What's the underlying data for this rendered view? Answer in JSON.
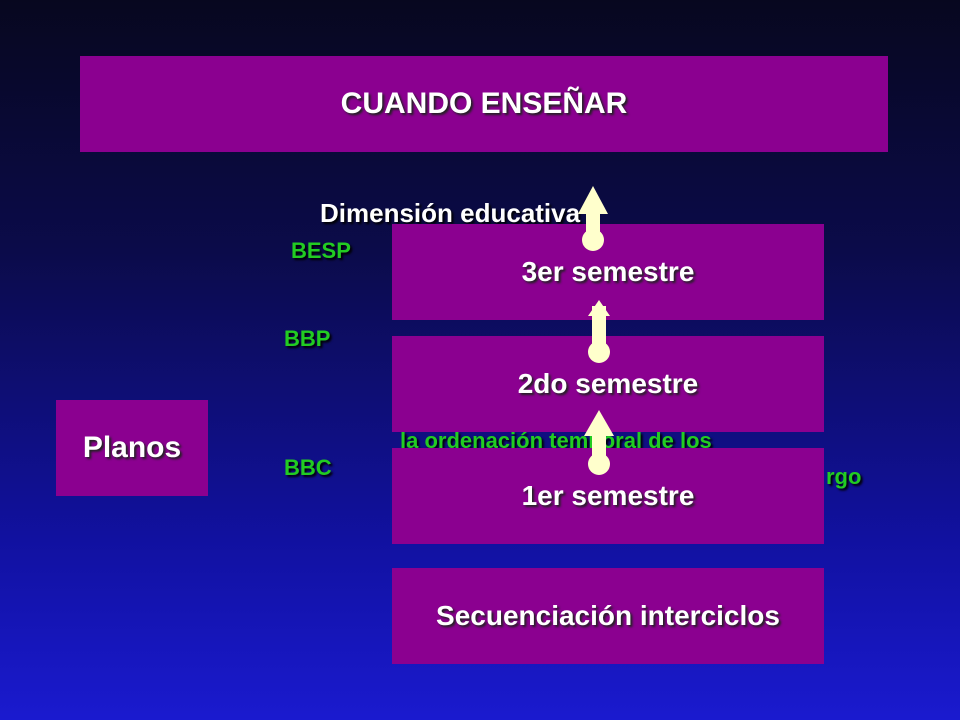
{
  "title": "CUANDO ENSEÑAR",
  "dimension": "Dimensión educativa",
  "planes_label": "Planos",
  "levels": {
    "besp": "BESP",
    "bbp": "BBP",
    "bbc": "BBC"
  },
  "semesters": {
    "third": "3er semestre",
    "second": "2do semestre",
    "first": "1er semestre"
  },
  "sequencing": "Secuenciación interciclos",
  "obscured_text": {
    "line1": "la ordenación temporal de los",
    "line2": "rgo"
  },
  "colors": {
    "box_fill": "#8b0090",
    "label_green": "#22cc22",
    "arrow_fill": "#ffffcc"
  }
}
